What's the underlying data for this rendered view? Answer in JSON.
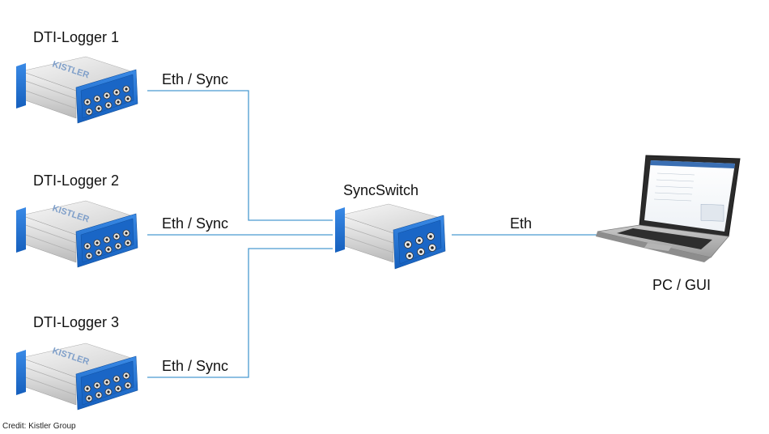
{
  "loggers": [
    {
      "label": "DTI-Logger 1",
      "brand": "KISTLER",
      "link_label": "Eth / Sync"
    },
    {
      "label": "DTI-Logger 2",
      "brand": "KISTLER",
      "link_label": "Eth / Sync"
    },
    {
      "label": "DTI-Logger 3",
      "brand": "KISTLER",
      "link_label": "Eth / Sync"
    }
  ],
  "switch": {
    "label": "SyncSwitch"
  },
  "pc": {
    "label": "PC / GUI",
    "link_label": "Eth"
  },
  "credit": "Credit: Kistler Group",
  "colors": {
    "line": "#4a9ad0",
    "device_blue": "#1f6fd0",
    "device_blue_dark": "#134f9a",
    "device_body": "#d7d7d7",
    "text": "#111111"
  }
}
